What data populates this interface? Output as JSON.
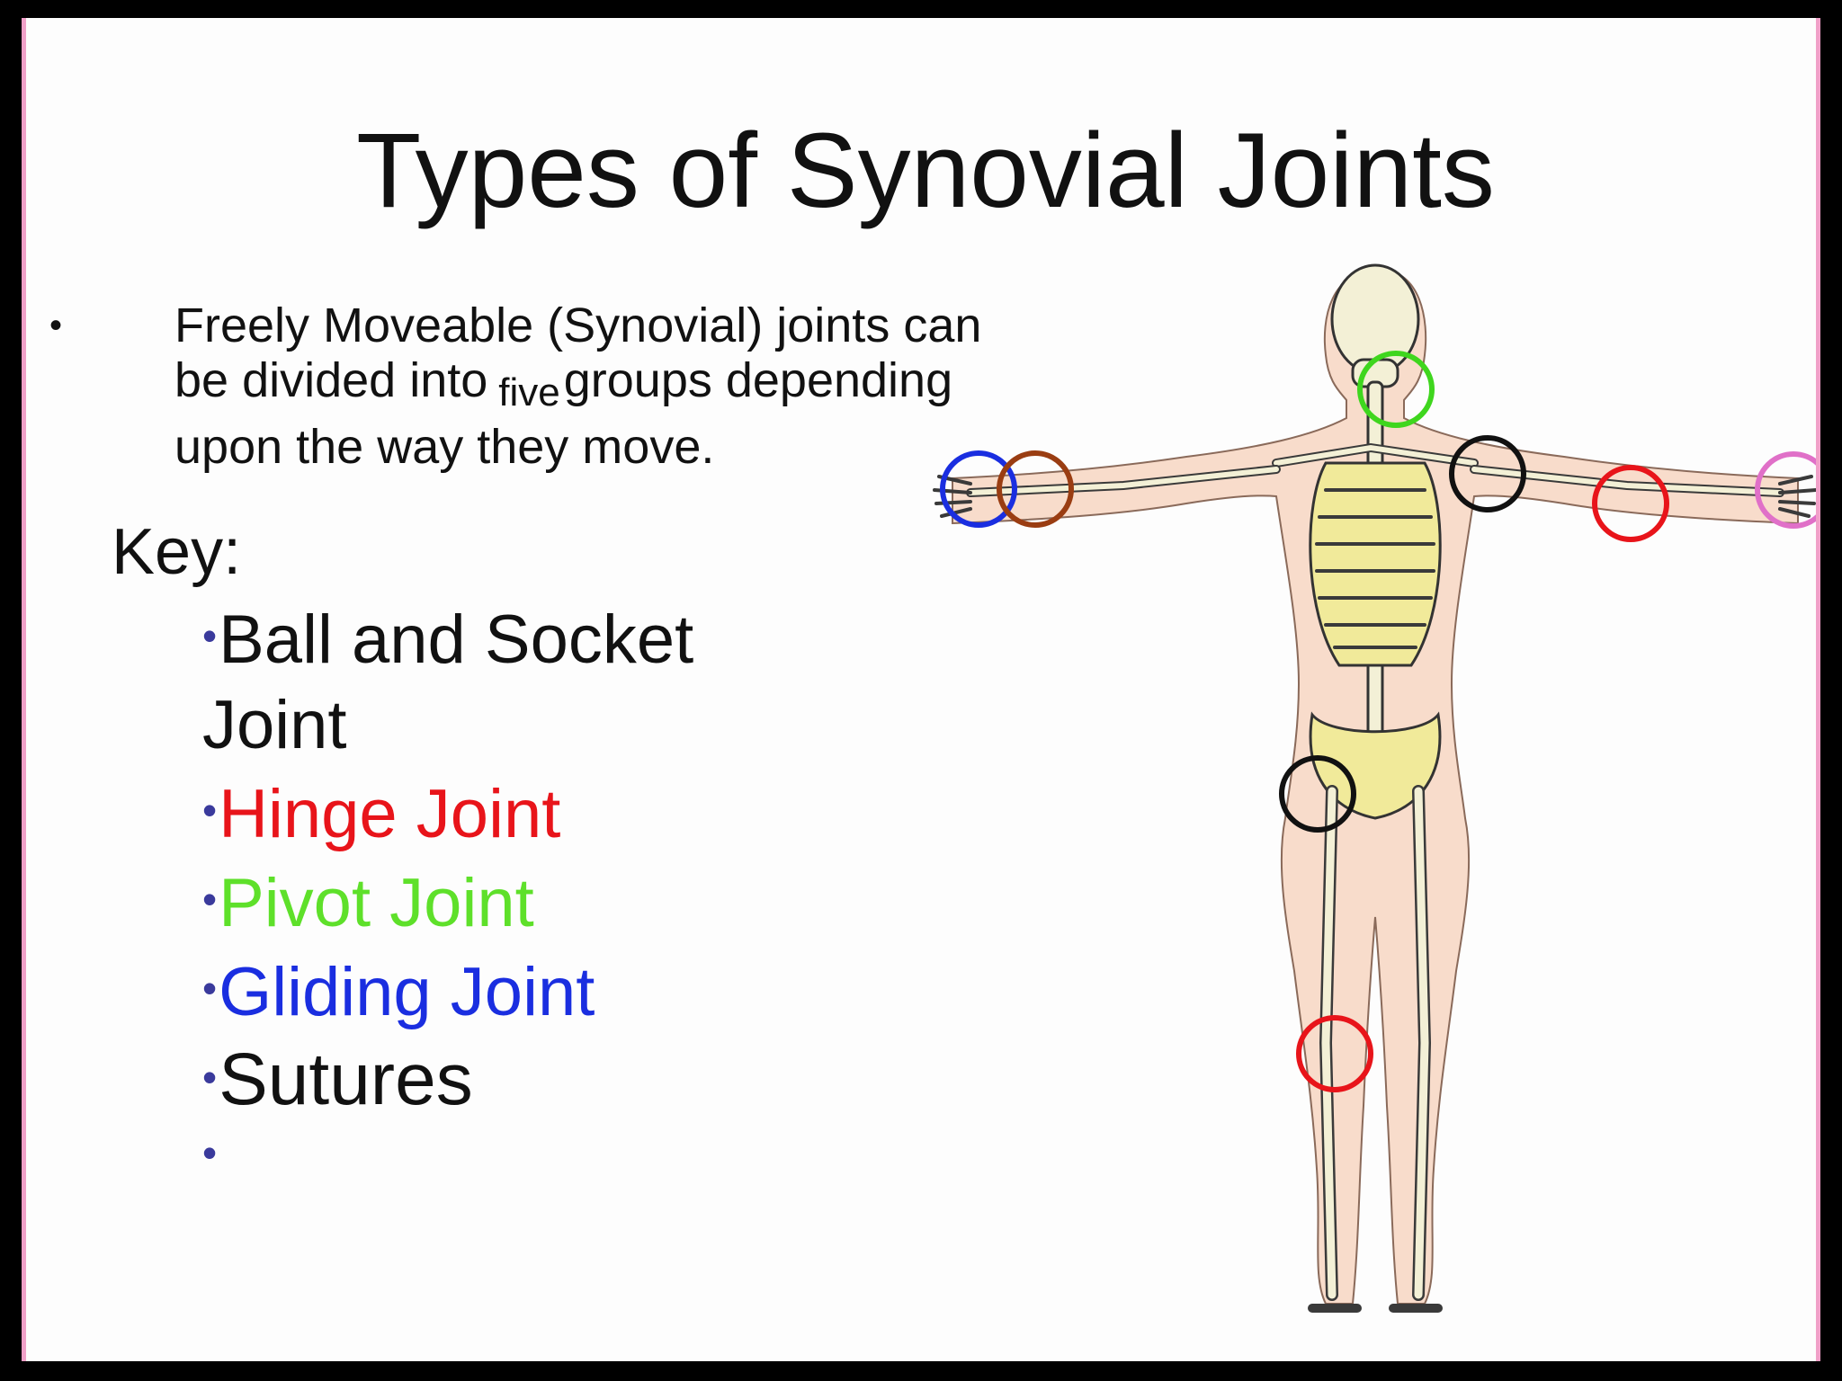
{
  "slide": {
    "title": "Types of Synovial Joints",
    "intro": {
      "bullet": "•",
      "line1": "Freely Moveable (Synovial) joints can",
      "line2_before": "be divided into",
      "line2_word": "five",
      "line2_after": "groups depending",
      "line3": "upon the way they move."
    },
    "key": {
      "label": "Key:",
      "bullet": "•",
      "items": [
        {
          "text": "Ball and Socket Joint",
          "color": "#111111"
        },
        {
          "text": "Hinge Joint",
          "color": "#e8141a"
        },
        {
          "text": "Pivot Joint",
          "color": "#5ee02a"
        },
        {
          "text": "Gliding Joint",
          "color": "#1a2ee0"
        },
        {
          "text": "Sutures",
          "color": "#111111"
        }
      ],
      "empty_bullet": "•"
    }
  },
  "joint_markers": [
    {
      "joint": "neck",
      "type": "Pivot Joint",
      "color": "#3fd61e"
    },
    {
      "joint": "right-wrist",
      "type": "Gliding Joint",
      "color": "#1a2ee0"
    },
    {
      "joint": "right-wrist-outer",
      "type": "unlabeled",
      "color": "#9a3d12"
    },
    {
      "joint": "left-shoulder",
      "type": "Ball and Socket Joint",
      "color": "#111111"
    },
    {
      "joint": "left-elbow",
      "type": "Hinge Joint",
      "color": "#e8141a"
    },
    {
      "joint": "left-wrist",
      "type": "unlabeled",
      "color": "#e070c8"
    },
    {
      "joint": "hip",
      "type": "Ball and Socket Joint",
      "color": "#111111"
    },
    {
      "joint": "knee",
      "type": "Hinge Joint",
      "color": "#e8141a"
    }
  ],
  "colors": {
    "slide_background": "#fdfdfd",
    "frame": "#000000",
    "side_border": "#f0a0c8",
    "bullet_dot": "#3a3a9c",
    "body_fill": "#f8dccb",
    "bone_fill": "#f3f0d6",
    "cartilage_fill": "#f1ea9a"
  }
}
